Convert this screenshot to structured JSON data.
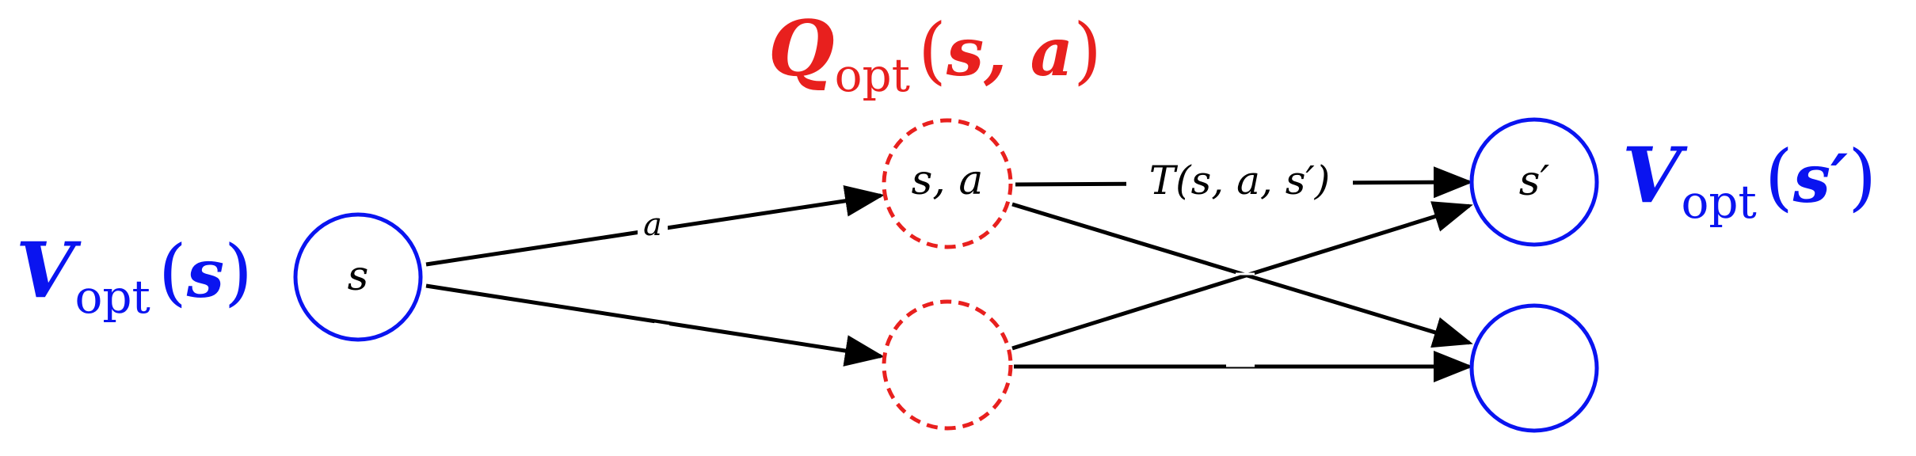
{
  "colors": {
    "state": "#0a14f0",
    "qnode": "#e8201e",
    "edge": "#000000",
    "background": "#ffffff"
  },
  "labels": {
    "v_s": {
      "main": "V",
      "sub": "opt",
      "open": "(",
      "arg": "s",
      "close": ")"
    },
    "q_sa": {
      "main": "Q",
      "sub": "opt",
      "open": "(",
      "arg": "s, a",
      "close": ")"
    },
    "v_sp": {
      "main": "V",
      "sub": "opt",
      "open": "(",
      "arg": "s′",
      "close": ")"
    }
  },
  "nodes": {
    "s": "s",
    "sa": "s, a",
    "q2": "",
    "sp": "s′",
    "sp2": ""
  },
  "edges": {
    "action": "a",
    "transition": {
      "fn": "T",
      "args": "(s, a, s′)"
    }
  }
}
